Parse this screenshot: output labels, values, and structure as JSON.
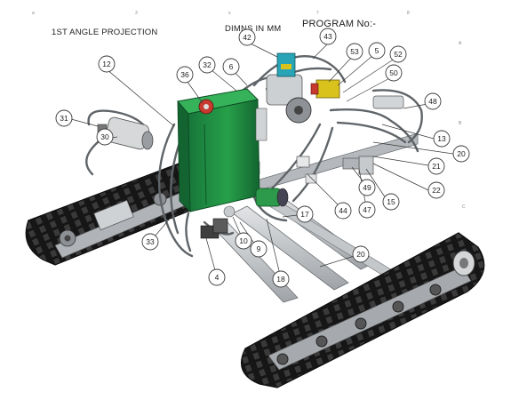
{
  "header": {
    "projection": "1ST ANGLE PROJECTION",
    "dimensions": "DIMNS IN MM",
    "program": "PROGRAM No:-"
  },
  "colors": {
    "track": "#1c1c1c",
    "frame": "#b9bcc0",
    "tank": "#1f8a3d",
    "hose": "#5f6468",
    "motor_yellow": "#d9c21c",
    "motor_red": "#c63a2e"
  },
  "balloons": [
    "12",
    "36",
    "32",
    "6",
    "42",
    "43",
    "53",
    "5",
    "52",
    "50",
    "48",
    "31",
    "30",
    "13",
    "20",
    "21",
    "22",
    "15",
    "47",
    "49",
    "44",
    "17",
    "33",
    "10",
    "9",
    "4",
    "18",
    "20"
  ]
}
